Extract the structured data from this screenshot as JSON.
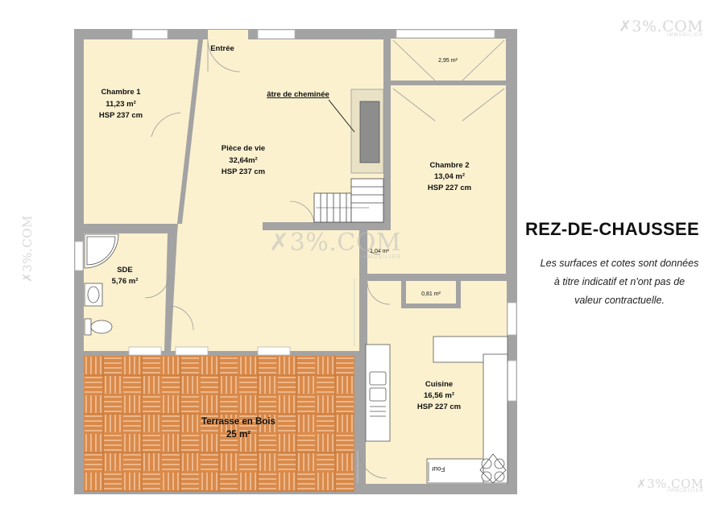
{
  "plan": {
    "title": "REZ-DE-CHAUSSEE",
    "disclaimer_lines": [
      "Les surfaces et cotes sont données",
      "à titre indicatif et n'ont pas de",
      "valeur contractuelle."
    ]
  },
  "rooms": {
    "chambre1": {
      "name": "Chambre 1",
      "area": "11,23 m²",
      "height": "HSP 237 cm"
    },
    "piece_de_vie": {
      "name": "Pièce de vie",
      "area": "32,64m²",
      "height": "HSP 237 cm"
    },
    "chambre2": {
      "name": "Chambre 2",
      "area": "13,04 m²",
      "height": "HSP 227 cm"
    },
    "placard_haut": {
      "area": "2,95 m²"
    },
    "degagement": {
      "area": "1,04 m²"
    },
    "placard_cuisine": {
      "area": "0,81 m²"
    },
    "sde": {
      "name": "SDE",
      "area": "5,76 m²"
    },
    "cuisine": {
      "name": "Cuisine",
      "area": "16,56 m²",
      "height": "HSP 227 cm"
    },
    "terrasse": {
      "name": "Terrasse en Bois",
      "area": "25 m²"
    }
  },
  "labels": {
    "entree": "Entrée",
    "cheminee": "âtre de cheminée",
    "four": "Four"
  },
  "watermark": {
    "brand": "3%.COM",
    "sub": "IMMOBILIER"
  },
  "colors": {
    "floor": "#fbf1cf",
    "wall": "#a3a3a3",
    "terrace": "#d98a4a",
    "terrace_line": "#f2c49d"
  }
}
